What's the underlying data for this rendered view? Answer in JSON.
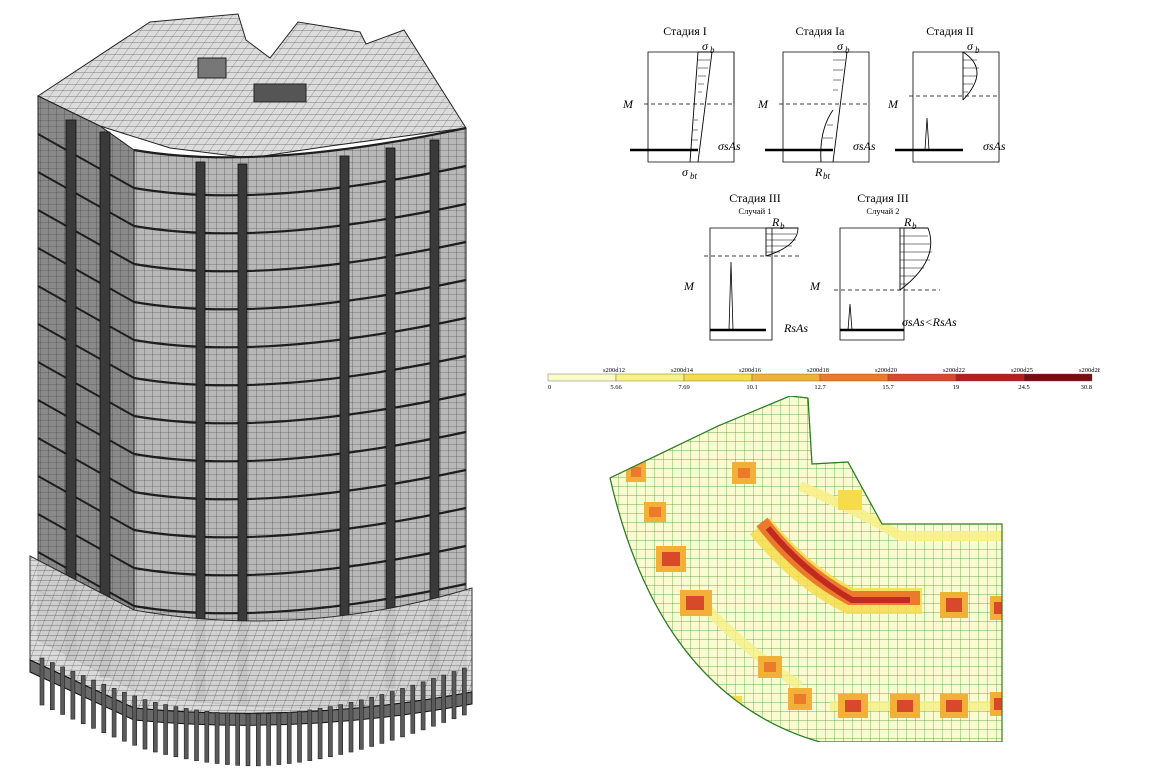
{
  "stages": [
    {
      "title": "Стадия I",
      "sub": "",
      "top_sym": "σ",
      "top_sub": "b",
      "bot_sym": "σ",
      "bot_sub": "bt",
      "steel_label": "σsAs"
    },
    {
      "title": "Стадия Ia",
      "sub": "",
      "top_sym": "σ",
      "top_sub": "b",
      "bot_sym": "R",
      "bot_sub": "bt",
      "steel_label": "σsAs"
    },
    {
      "title": "Стадия II",
      "sub": "",
      "top_sym": "σ",
      "top_sub": "b",
      "bot_sym": "",
      "bot_sub": "",
      "steel_label": "σsAs"
    },
    {
      "title": "Стадия III",
      "sub": "Случай 1",
      "top_sym": "R",
      "top_sub": "b",
      "bot_sym": "",
      "bot_sub": "",
      "steel_label": "RsAs"
    },
    {
      "title": "Стадия III",
      "sub": "Случай 2",
      "top_sym": "R",
      "top_sub": "b",
      "bot_sym": "",
      "bot_sub": "",
      "steel_label": "σsAs<RsAs"
    }
  ],
  "moment_label": "M",
  "legend": {
    "codes": [
      "s200d12",
      "s200d14",
      "s200d16",
      "s200d18",
      "s200d20",
      "s200d22",
      "s200d25",
      "s200d28"
    ],
    "values": [
      "0",
      "5.66",
      "7.69",
      "10.1",
      "12.7",
      "15.7",
      "19",
      "24.5",
      "30.8"
    ],
    "colors": [
      "#fcfcc8",
      "#f8f088",
      "#f6dc4c",
      "#f2b038",
      "#ec7a2c",
      "#d8482a",
      "#b41e1e",
      "#7a0c10"
    ]
  }
}
